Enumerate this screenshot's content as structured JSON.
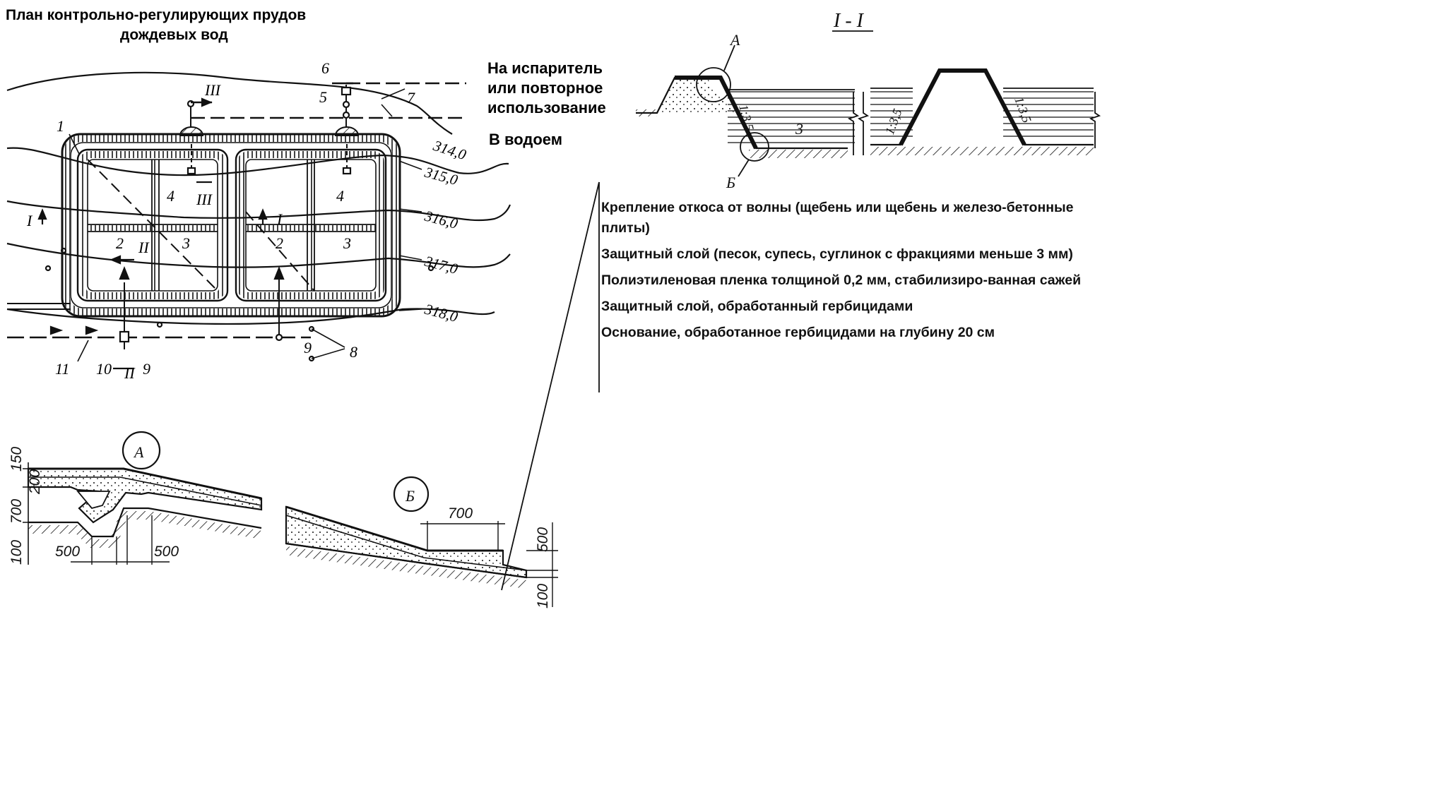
{
  "title": {
    "line1": "План контрольно-регулирующих прудов",
    "line2": "дождевых вод"
  },
  "plan": {
    "outlet_evaporator": [
      "На испаритель",
      "или повторное",
      "использование"
    ],
    "outlet_water_body": "В водоем",
    "contours": [
      "314,0",
      "315,0",
      "316,0",
      "317,0",
      "318,0"
    ],
    "item_numbers": [
      "1",
      "2",
      "2",
      "3",
      "3",
      "4",
      "4",
      "5",
      "6",
      "7",
      "8",
      "9",
      "9",
      "10",
      "11"
    ],
    "section_marks": [
      "I",
      "I",
      "II",
      "II",
      "III",
      "III"
    ]
  },
  "section_I": {
    "title": "I - I",
    "callouts": [
      "А",
      "Б"
    ],
    "slope_labels": [
      "1:3,5",
      "1:3,5",
      "1:3,5"
    ],
    "pond_number": "3"
  },
  "detail_A": {
    "label": "А",
    "dims_vertical": [
      "150",
      "200",
      "700",
      "100"
    ],
    "dims_horizontal": [
      "500",
      "500"
    ]
  },
  "detail_B": {
    "label": "Б",
    "dims_horizontal": [
      "700"
    ],
    "dims_vertical": [
      "500",
      "100"
    ]
  },
  "legend": [
    "Крепление откоса от волны  (щебень или щебень и железо-бетонные плиты)",
    "Защитный слой  (песок, супесь, суглинок с фракциями меньше 3 мм)",
    "Полиэтиленовая пленка толщиной 0,2 мм, стабилизиро-ванная сажей",
    "Защитный слой, обработанный гербицидами",
    "Основание, обработанное гербицидами на глубину 20 см"
  ]
}
